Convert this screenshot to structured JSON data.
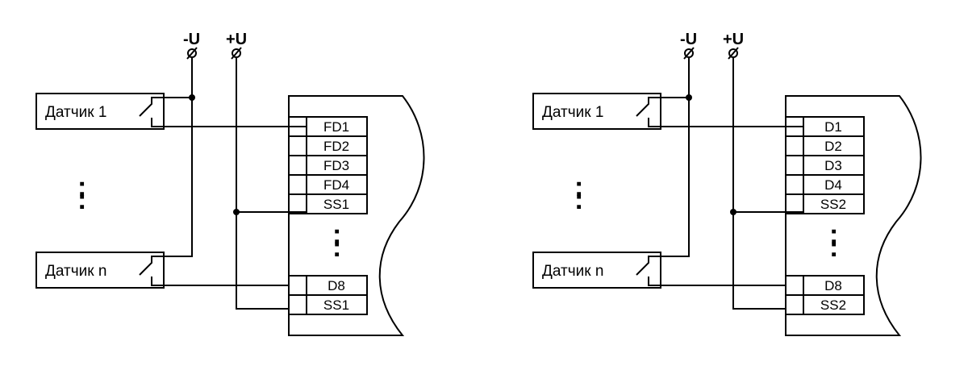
{
  "diagrams": [
    {
      "supply_minus": "-U",
      "supply_plus": "+U",
      "sensor_first": "Датчик 1",
      "sensor_last": "Датчик n",
      "ellipsis": ":",
      "terminals": [
        "FD1",
        "FD2",
        "FD3",
        "FD4",
        "SS1"
      ],
      "terminals_bottom": [
        "D8",
        "SS1"
      ]
    },
    {
      "supply_minus": "-U",
      "supply_plus": "+U",
      "sensor_first": "Датчик 1",
      "sensor_last": "Датчик n",
      "ellipsis": ":",
      "terminals": [
        "D1",
        "D2",
        "D3",
        "D4",
        "SS2"
      ],
      "terminals_bottom": [
        "D8",
        "SS2"
      ]
    }
  ]
}
